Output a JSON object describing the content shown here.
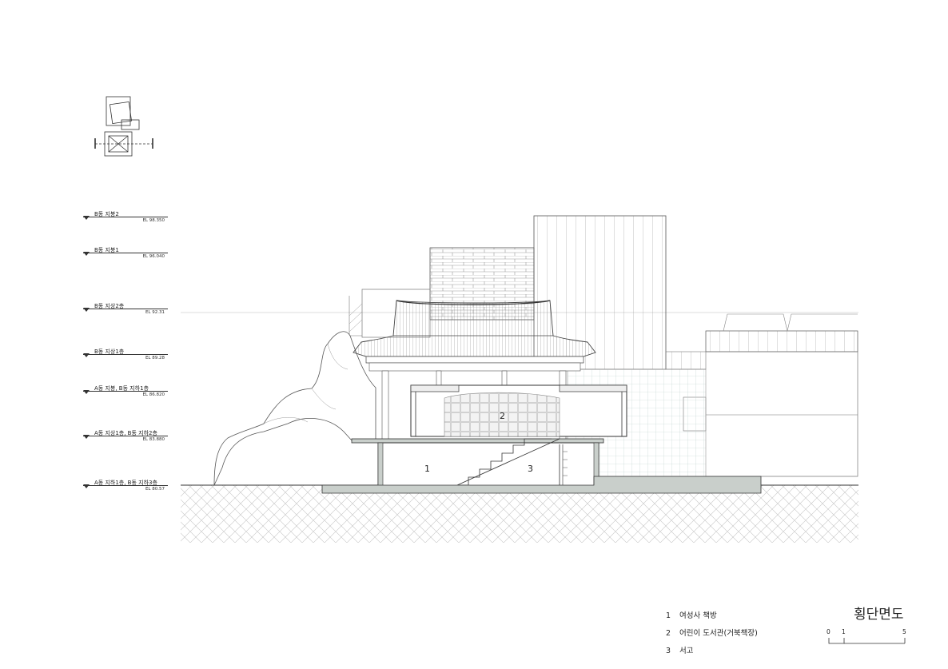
{
  "levels": [
    {
      "name": "B동 지붕2",
      "elevation": "EL 98.350"
    },
    {
      "name": "B동 지붕1",
      "elevation": "EL 96.040"
    },
    {
      "name": "B동 지상2층",
      "elevation": "EL 92.31"
    },
    {
      "name": "B동 지상1층",
      "elevation": "EL 89.28"
    },
    {
      "name": "A동 지붕, B동 지하1층",
      "elevation": "EL 86.820"
    },
    {
      "name": "A동 지상1층, B동 지하2층",
      "elevation": "EL 83.880"
    },
    {
      "name": "A동 지하1층, B동 지하3층",
      "elevation": "EL 80.57"
    }
  ],
  "rooms": [
    {
      "number": "1",
      "name": "여성사 책방"
    },
    {
      "number": "2",
      "name": "어린이 도서관(거북책장)"
    },
    {
      "number": "3",
      "name": "서고"
    }
  ],
  "title": "횡단면도",
  "scale": {
    "labels": [
      "0",
      "1",
      "5"
    ]
  },
  "colors": {
    "line": "#333333",
    "ground_fill": "#c9cfcb",
    "background": "#ffffff"
  }
}
